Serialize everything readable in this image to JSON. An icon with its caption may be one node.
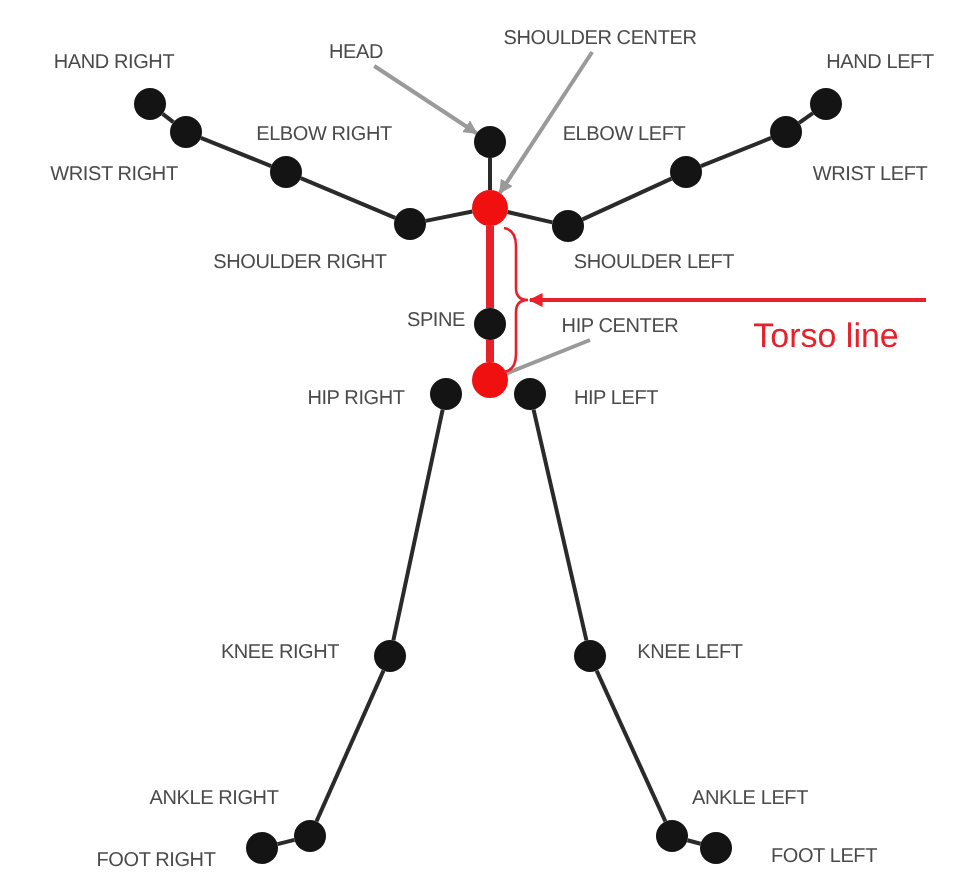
{
  "diagram": {
    "nodes": [
      {
        "text": [
          "HEAD"
        ]
      },
      {
        "text": [
          "SHOULDER CENTER"
        ]
      },
      {
        "text": [],
        "shape": "circle",
        "beside": [
          "HAND RIGHT"
        ]
      },
      {
        "text": [],
        "shape": "circle",
        "beside": [
          "HAND LEFT"
        ]
      },
      {
        "text": [],
        "shape": "circle",
        "beside": [
          "WRIST RIGHT"
        ]
      },
      {
        "text": [],
        "shape": "circle",
        "beside": [
          "ELBOW RIGHT"
        ]
      },
      {
        "text": [],
        "shape": "circle"
      },
      {
        "text": [],
        "shape": "circle",
        "beside": [
          "ELBOW LEFT"
        ]
      },
      {
        "text": [],
        "shape": "circle",
        "beside": [
          "WRIST LEFT"
        ]
      },
      {
        "text": [],
        "shape": "circle",
        "beside": [
          "SHOULDER RIGHT"
        ]
      },
      {
        "text": [],
        "shape": "circle"
      },
      {
        "text": [],
        "shape": "circle",
        "beside": [
          "SHOULDER LEFT"
        ]
      },
      {
        "text": [
          "Torso line"
        ]
      },
      {
        "text": [],
        "shape": "circle",
        "beside": [
          "SPINE"
        ]
      },
      {
        "text": [
          "HIP CENTER"
        ]
      },
      {
        "text": [],
        "shape": "circle"
      },
      {
        "text": [],
        "shape": "circle",
        "beside": [
          "HIP RIGHT"
        ]
      },
      {
        "text": [],
        "shape": "circle",
        "beside": [
          "HIP LEFT"
        ]
      },
      {
        "text": [],
        "shape": "circle",
        "beside": [
          "KNEE RIGHT"
        ]
      },
      {
        "text": [],
        "shape": "circle",
        "beside": [
          "KNEE LEFT"
        ]
      },
      {
        "text": [],
        "shape": "circle",
        "beside": [
          "ANKLE RIGHT"
        ]
      },
      {
        "text": [],
        "shape": "circle",
        "beside": [
          "ANKLE LEFT"
        ]
      },
      {
        "text": [],
        "shape": "circle",
        "beside": [
          "FOOT RIGHT"
        ]
      },
      {
        "text": [],
        "shape": "circle",
        "beside": [
          "FOOT LEFT"
        ]
      },
      {
        "text": [],
        "shape": "bracket"
      }
    ],
    "edges": [
      {
        "from": 0,
        "to": 6,
        "arrow": "to",
        "color": "#9a9a9a"
      },
      {
        "from": 1,
        "to": 10,
        "arrow": "to",
        "color": "#9a9a9a"
      },
      {
        "from": 14,
        "to": 15,
        "arrow": "none",
        "color": "#9a9a9a"
      },
      {
        "from": 12,
        "to": 24,
        "arrow": "to",
        "color": "#e8202a"
      },
      {
        "from": 6,
        "to": 10,
        "arrow": "none"
      },
      {
        "from": 10,
        "to": 9,
        "arrow": "none"
      },
      {
        "from": 9,
        "to": 5,
        "arrow": "none"
      },
      {
        "from": 5,
        "to": 4,
        "arrow": "none"
      },
      {
        "from": 4,
        "to": 2,
        "arrow": "none"
      },
      {
        "from": 10,
        "to": 11,
        "arrow": "none"
      },
      {
        "from": 11,
        "to": 7,
        "arrow": "none"
      },
      {
        "from": 7,
        "to": 8,
        "arrow": "none"
      },
      {
        "from": 8,
        "to": 3,
        "arrow": "none"
      },
      {
        "from": 10,
        "to": 13,
        "arrow": "none",
        "style": "thick",
        "color": "#e8202a"
      },
      {
        "from": 13,
        "to": 15,
        "arrow": "none",
        "style": "thick",
        "color": "#e8202a"
      },
      {
        "from": 16,
        "to": 18,
        "arrow": "none"
      },
      {
        "from": 18,
        "to": 20,
        "arrow": "none"
      },
      {
        "from": 20,
        "to": 22,
        "arrow": "none"
      },
      {
        "from": 17,
        "to": 19,
        "arrow": "none"
      },
      {
        "from": 19,
        "to": 21,
        "arrow": "none"
      },
      {
        "from": 21,
        "to": 23,
        "arrow": "none"
      }
    ]
  }
}
